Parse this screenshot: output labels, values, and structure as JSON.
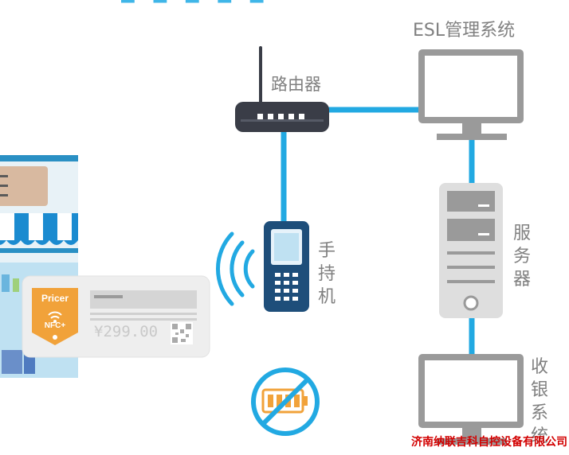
{
  "labels": {
    "esl_system": "ESL管理系统",
    "router": "路由器",
    "handheld": "手持机",
    "server": "服务器",
    "pos": "收银系统"
  },
  "tag": {
    "brand": "Pricer",
    "nfc": "NFC+",
    "price": "¥299.00"
  },
  "watermark": "济南纳联吉科自控设备有限公司",
  "colors": {
    "link": "#22a9e2",
    "device_gray": "#9a9a9a",
    "handheld_blue": "#1e4e7a",
    "tag_orange": "#f1a23a",
    "watermark": "#d20000"
  },
  "icons": [
    "router-icon",
    "monitor-icon",
    "server-icon",
    "handheld-scanner-icon",
    "wifi-signal-icon",
    "no-battery-icon",
    "store-shelf-icon",
    "nfc-icon",
    "qr-code-icon"
  ]
}
